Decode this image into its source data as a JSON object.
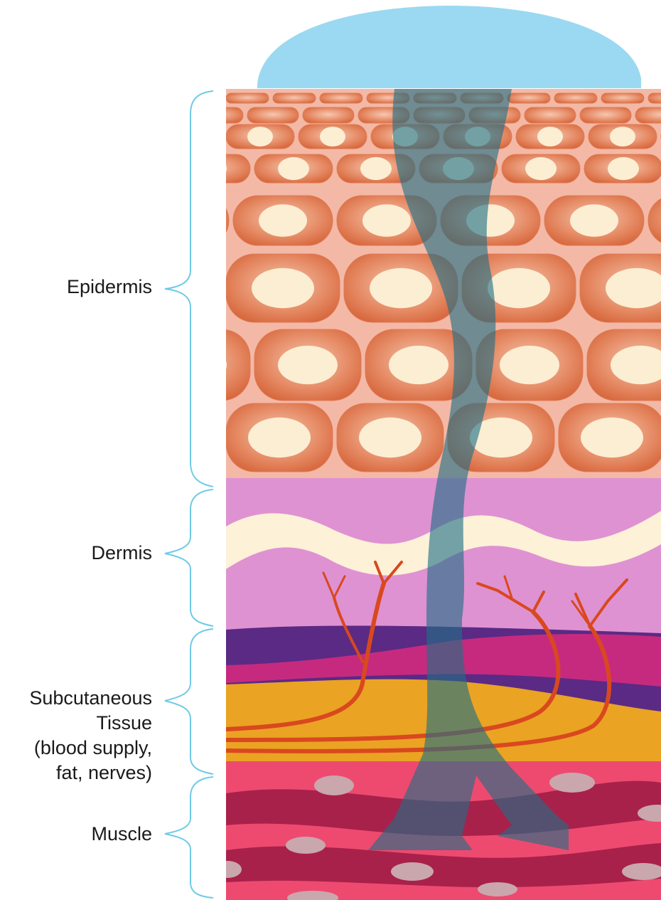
{
  "labels": {
    "epidermis": "Epidermis",
    "dermis": "Dermis",
    "subcutaneous": [
      "Subcutaneous",
      "Tissue",
      "(blood supply,",
      "fat, nerves)"
    ],
    "muscle": "Muscle"
  },
  "colors": {
    "bracket": "#6fcbe6",
    "patch": "#9ad9f1",
    "cell": "#e07a55",
    "cell_background": "#f3b9a6",
    "nucleus": "#fbeed3",
    "dermis": "#df92d2",
    "dermis_wave": "#fdf1d8",
    "nerve": "#d9481f",
    "subcutaneous_purple": "#5a2a85",
    "subcutaneous_magenta": "#c62a7e",
    "subcutaneous_orange": "#eaa323",
    "muscle_pink": "#ee4a6f",
    "muscle_dark": "#a8214b",
    "muscle_nucleus": "#c9a7ad",
    "absorption_arrow": "#1f6f86"
  }
}
